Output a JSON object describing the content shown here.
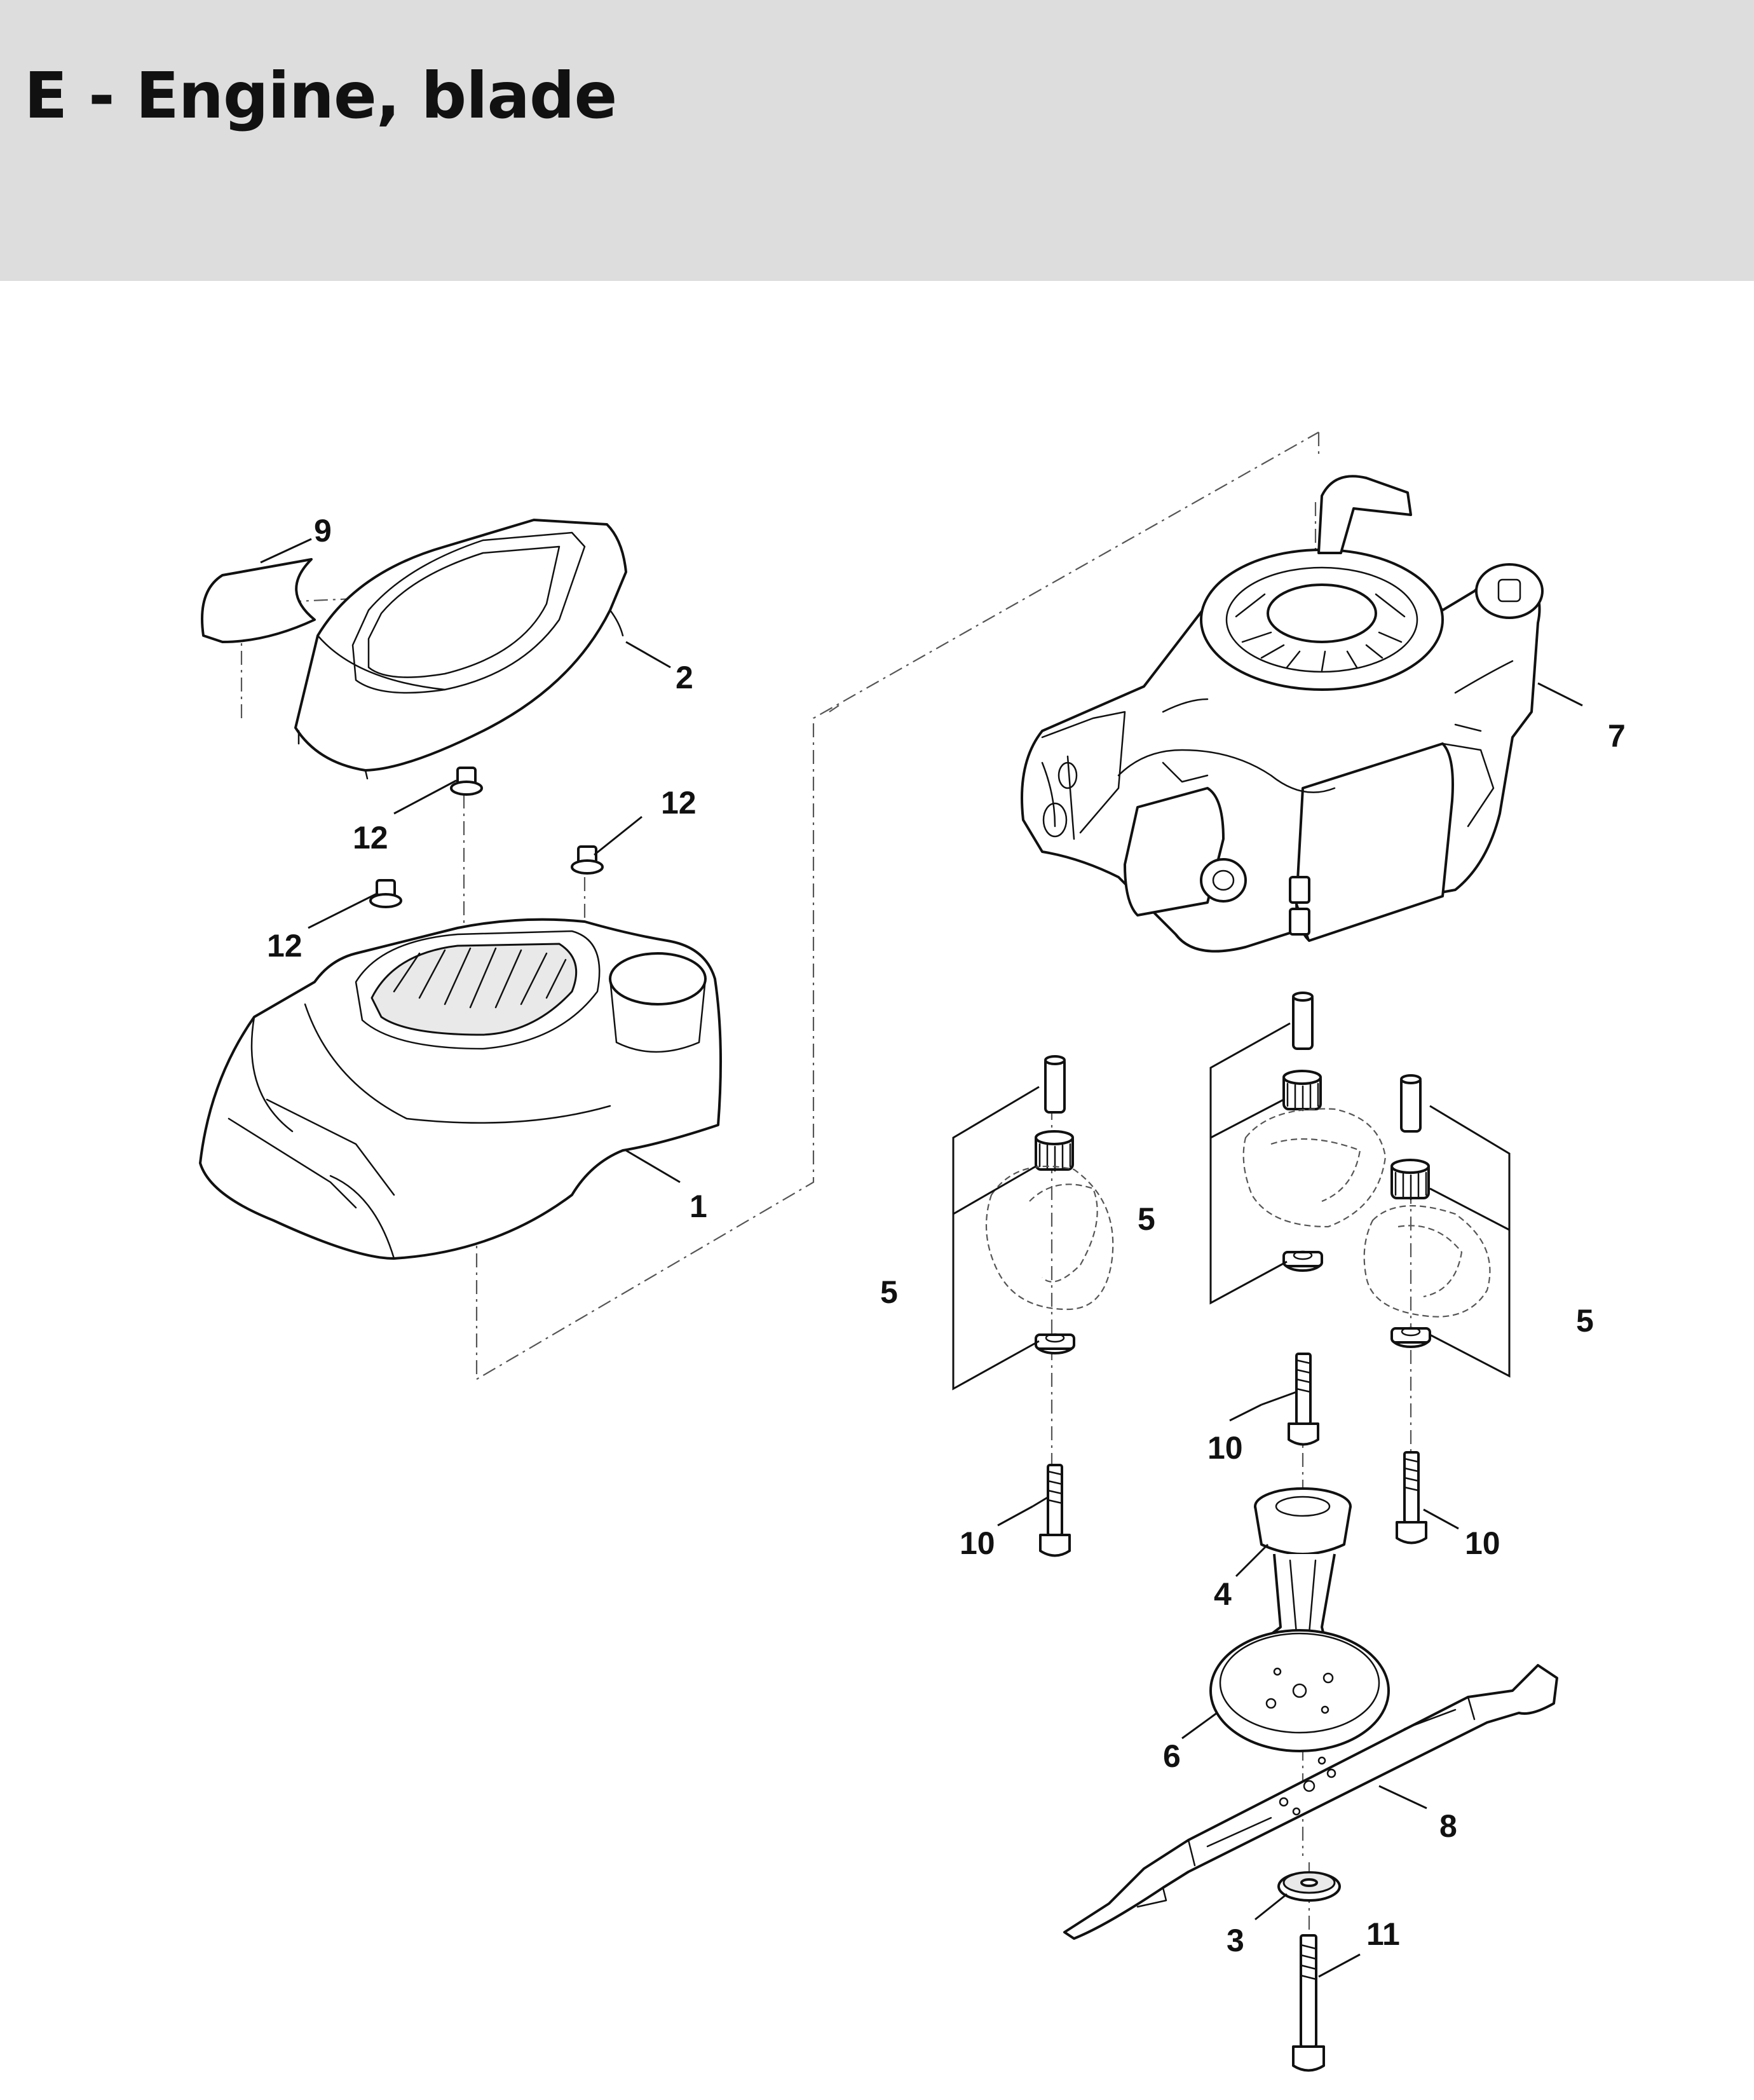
{
  "header": {
    "title": "E - Engine, blade"
  },
  "callouts": [
    "9",
    "2",
    "12",
    "12",
    "12",
    "1",
    "7",
    "5",
    "5",
    "5",
    "10",
    "10",
    "10",
    "4",
    "6",
    "8",
    "3",
    "11"
  ],
  "colors": {
    "header_bg": "#dcdddc",
    "line": "#111111",
    "dash": "#555555"
  }
}
